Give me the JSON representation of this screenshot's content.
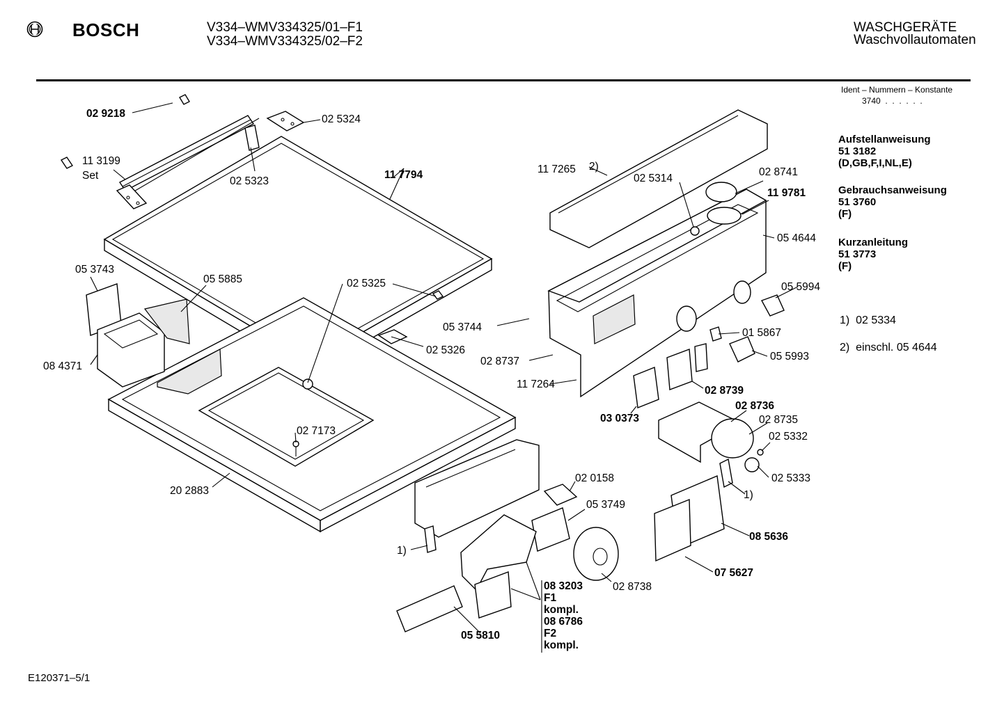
{
  "header": {
    "brand": "BOSCH",
    "model_line_1": "V334–WMV334325/01–F1",
    "model_line_2": "V334–WMV334325/02–F2",
    "category_line_1": "WASCHGERÄTE",
    "category_line_2": "Waschvollautomaten"
  },
  "sidebar": {
    "ident_label": "Ident – Nummern – Konstante",
    "ident_value": "3740  .  .  .  .  .  .",
    "docs": [
      {
        "title": "Aufstellanweisung",
        "number": "51 3182",
        "langs": "(D,GB,F,I,NL,E)"
      },
      {
        "title": "Gebrauchsanweisung",
        "number": "51 3760",
        "langs": "(F)"
      },
      {
        "title": "Kurzanleitung",
        "number": "51 3773",
        "langs": "(F)"
      }
    ],
    "note_1": "1)  02 5334",
    "note_2": "2)  einschl. 05 4644"
  },
  "footer": {
    "drawing_id": "E120371–5/1"
  },
  "labels": {
    "p029218": "02 9218",
    "p113199": "11 3199",
    "set": "Set",
    "p025324": "02 5324",
    "p025323": "02 5323",
    "p117794": "11 7794",
    "p053743": "05 3743",
    "p055885": "05 5885",
    "p025325": "02 5325",
    "p025326": "02 5326",
    "p084371": "08 4371",
    "p027173": "02 7173",
    "p202883": "20 2883",
    "p117265": "11 7265",
    "note2ref": "2)",
    "p025314": "02 5314",
    "p028741": "02 8741",
    "p119781": "11 9781",
    "p054644": "05 4644",
    "p055994": "05 5994",
    "p053744": "05 3744",
    "p015867": "01 5867",
    "p055993": "05 5993",
    "p028737": "02 8737",
    "p117264": "11 7264",
    "p028739": "02 8739",
    "p030373": "03 0373",
    "p028736": "02 8736",
    "p028735": "02 8735",
    "p025332": "02 5332",
    "p025333": "02 5333",
    "note1ref_right": "1)",
    "p020158": "02 0158",
    "p053749": "05 3749",
    "note1ref_left": "1)",
    "p085636": "08 5636",
    "p075627": "07 5627",
    "p028738": "02 8738",
    "p083203": "08 3203",
    "f1": "F1",
    "kompl1": "kompl.",
    "p086786": "08 6786",
    "f2": "F2",
    "kompl2": "kompl.",
    "p055810": "05 5810"
  }
}
